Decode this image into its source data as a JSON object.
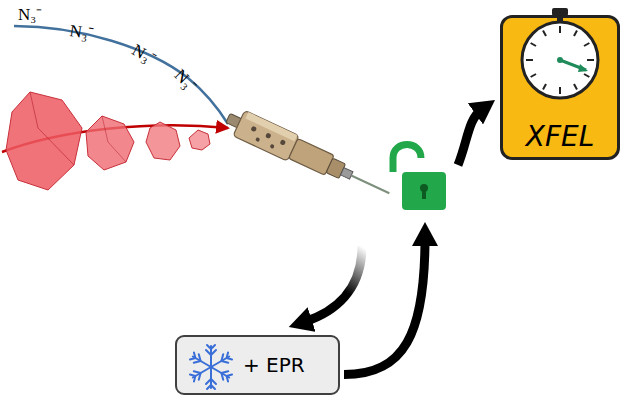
{
  "diagram": {
    "nodes": [
      {
        "text": [
          "+ EPR"
        ]
      },
      {
        "text": [
          "XFEL"
        ]
      }
    ],
    "edges": [
      {
        "from": 0,
        "to": 1,
        "arrow": "to"
      }
    ],
    "labels": [
      "N₃⁻",
      "N₃⁻",
      "N₃⁻",
      "N₃⁻"
    ]
  }
}
